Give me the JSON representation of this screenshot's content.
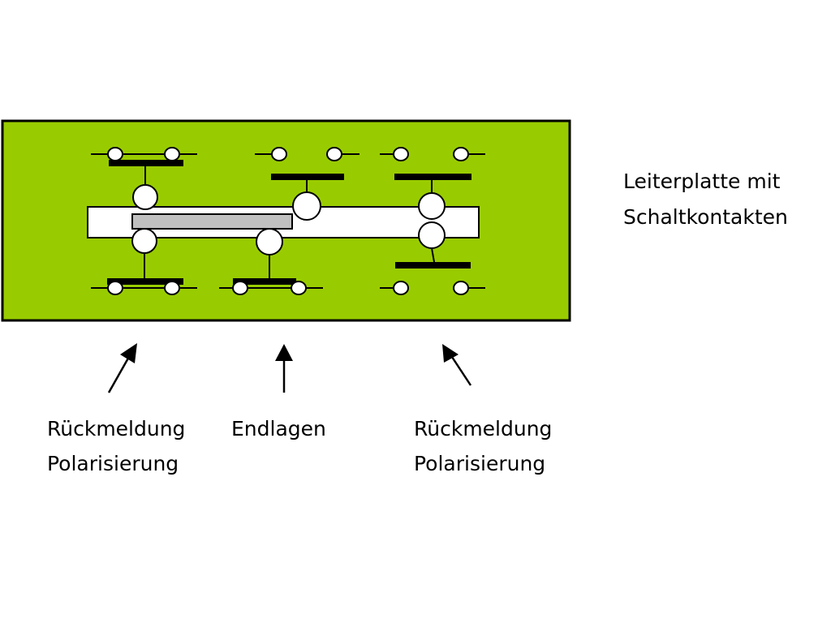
{
  "colors": {
    "board": "#99cc00",
    "slide": "#c0c0c0",
    "ink": "#000000",
    "paper": "#ffffff"
  },
  "labels": {
    "board_title_line1": "Leiterplatte mit",
    "board_title_line2": "Schaltkontakten",
    "left_line1": "Rückmeldung",
    "left_line2": "Polarisierung",
    "middle_line1": "Endlagen",
    "right_line1": "Rückmeldung",
    "right_line2": "Polarisierung"
  }
}
